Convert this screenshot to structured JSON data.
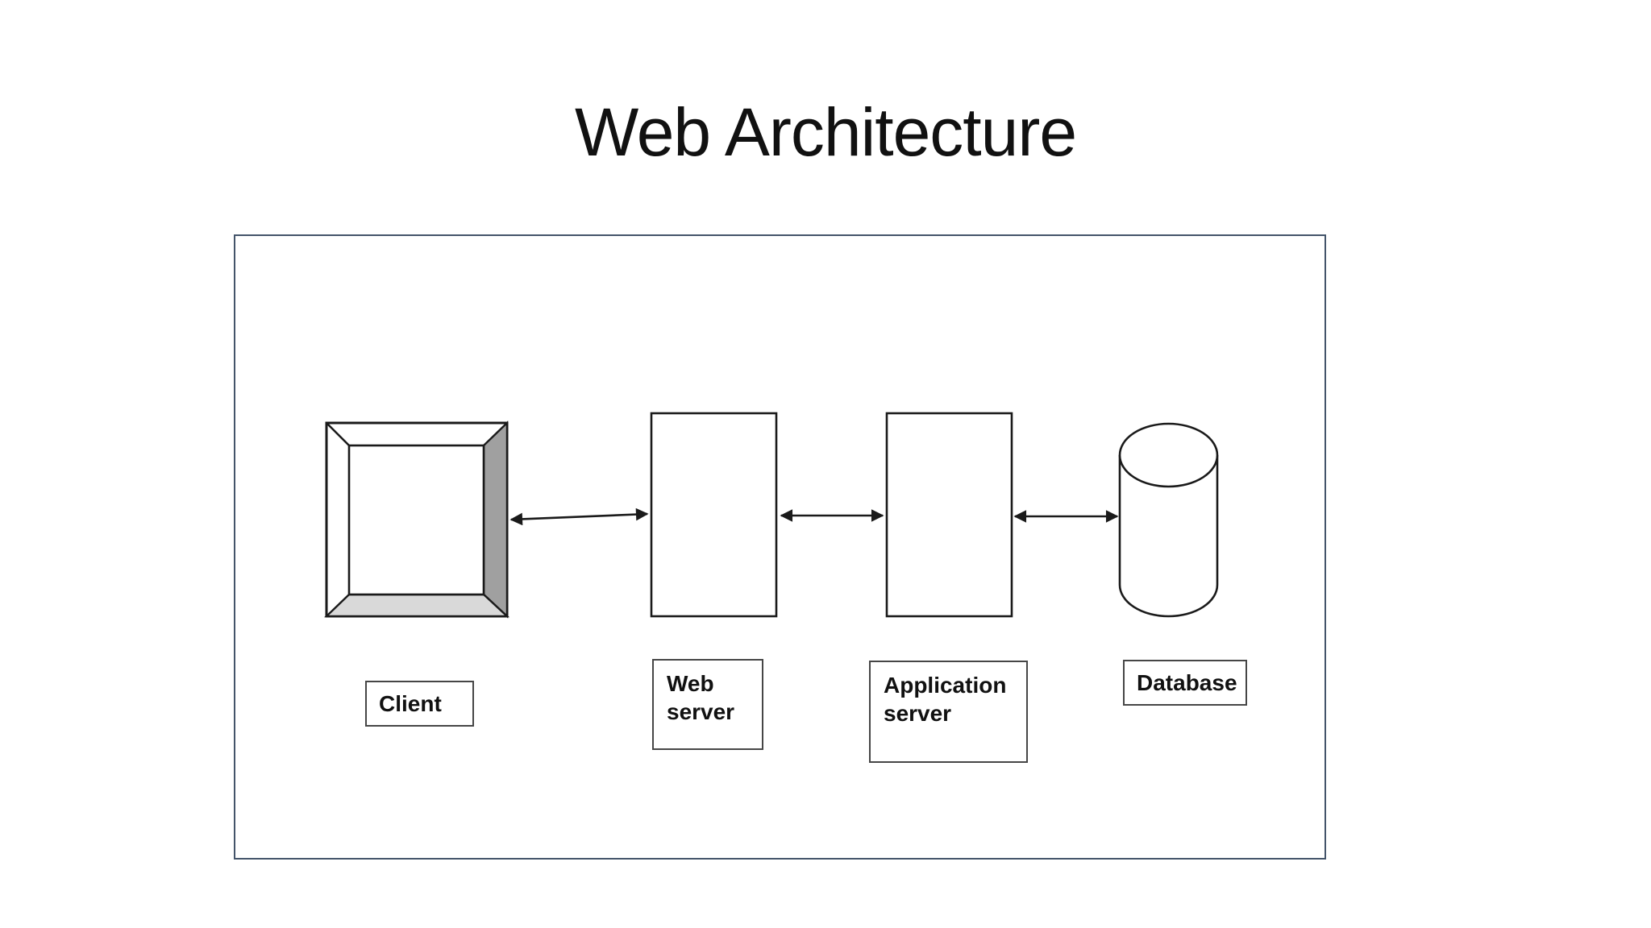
{
  "title": "Web Architecture",
  "colors": {
    "background": "#ffffff",
    "frame-border": "#44546a",
    "shape-stroke": "#1a1a1a",
    "label-border": "#464646",
    "monitor-side-gray": "#a0a0a0",
    "monitor-bottom-gray": "#d9d9d9"
  },
  "nodes": {
    "client": {
      "label": "Client",
      "shape": "monitor"
    },
    "web_server": {
      "label": "Web\nserver",
      "shape": "rectangle"
    },
    "app_server": {
      "label": "Application\nserver",
      "shape": "rectangle"
    },
    "database": {
      "label": "Database",
      "shape": "cylinder"
    }
  },
  "connections": [
    {
      "from": "client",
      "to": "web_server",
      "style": "double-headed-arrow"
    },
    {
      "from": "web_server",
      "to": "app_server",
      "style": "double-headed-arrow"
    },
    {
      "from": "app_server",
      "to": "database",
      "style": "double-headed-arrow"
    }
  ]
}
